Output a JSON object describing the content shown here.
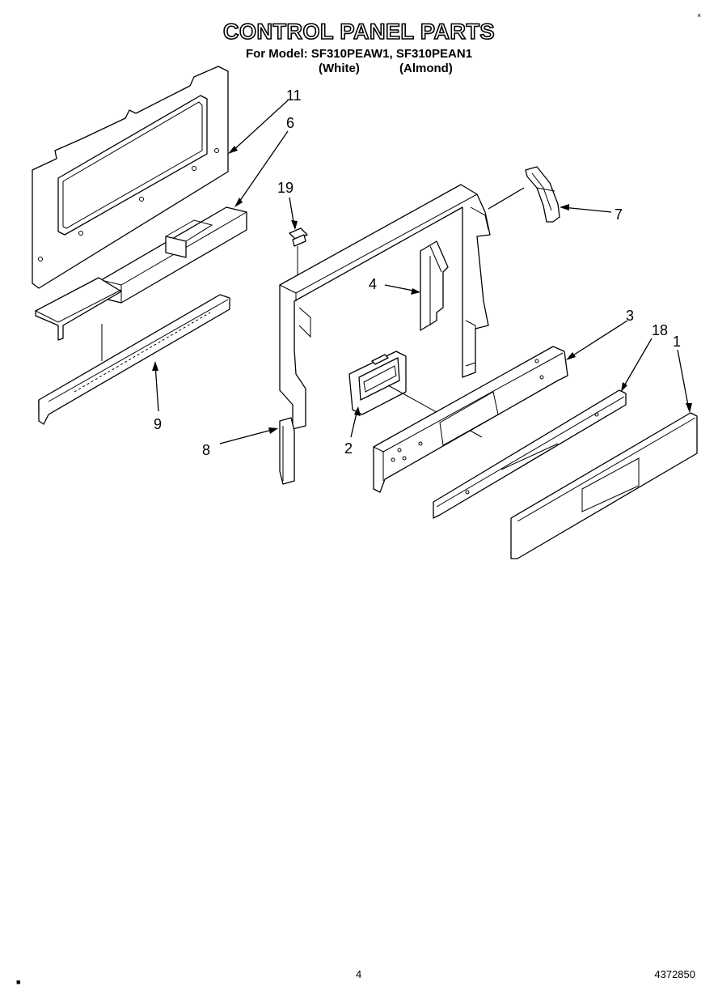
{
  "header": {
    "title": "CONTROL PANEL PARTS",
    "subtitle": "For Model: SF310PEAW1, SF310PEAN1",
    "variant_white": "(White)",
    "variant_almond": "(Almond)"
  },
  "callouts": {
    "c11": "11",
    "c6": "6",
    "c19": "19",
    "c7": "7",
    "c4": "4",
    "c3": "3",
    "c18": "18",
    "c1": "1",
    "c9": "9",
    "c8": "8",
    "c2": "2"
  },
  "footer": {
    "page_number": "4",
    "document_number": "4372850"
  }
}
